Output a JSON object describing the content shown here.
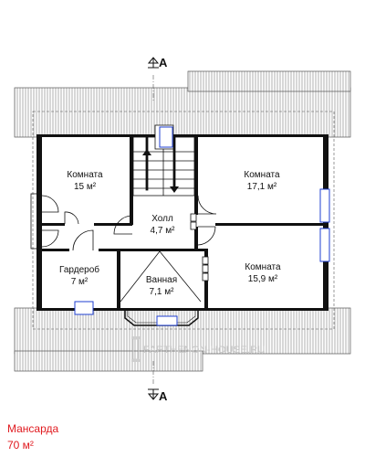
{
  "section_marker": "A",
  "rooms": [
    {
      "name": "Комната",
      "area": "15 м²"
    },
    {
      "name": "Комната",
      "area": "17,1 м²"
    },
    {
      "name": "Холл",
      "area": "4,7 м²"
    },
    {
      "name": "Гардероб",
      "area": "7 м²"
    },
    {
      "name": "Ванная",
      "area": "7,1 м²"
    },
    {
      "name": "Комната",
      "area": "15,9 м²"
    }
  ],
  "floor": {
    "name": "Мансарда",
    "area": "70 м²"
  },
  "watermark": "PARTHENON-HOUSE.RU",
  "colors": {
    "window": "#1f3fd1",
    "walls": "#111111",
    "floor_name": "#e0191e"
  }
}
